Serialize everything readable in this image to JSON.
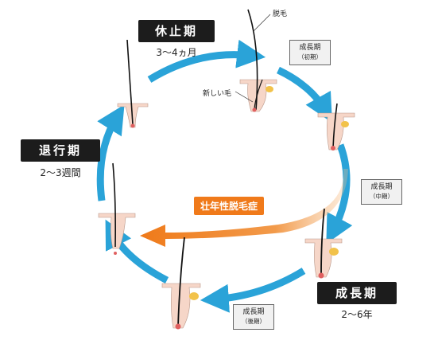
{
  "phases": {
    "telogen": {
      "label": "休止期",
      "duration": "3～4ヵ月"
    },
    "catagen": {
      "label": "退行期",
      "duration": "2～3週間"
    },
    "anagen": {
      "label": "成長期",
      "duration": "2～6年"
    }
  },
  "sub_stages": {
    "early": {
      "label": "成長期",
      "sub": "（初期）"
    },
    "middle": {
      "label": "成長期",
      "sub": "（中期）"
    },
    "late": {
      "label": "成長期",
      "sub": "（後期）"
    }
  },
  "annotations": {
    "shedding_hair": "脱毛",
    "new_hair": "新しい毛"
  },
  "aga": {
    "label": "壮年性脱毛症"
  },
  "colors": {
    "cycle_arrow": "#2aa3d8",
    "aga_arrow": "#ef7a1a",
    "phase_box": "#1c1c1c",
    "skin": "#f6d6c8",
    "bulb": "#f2c24a"
  }
}
